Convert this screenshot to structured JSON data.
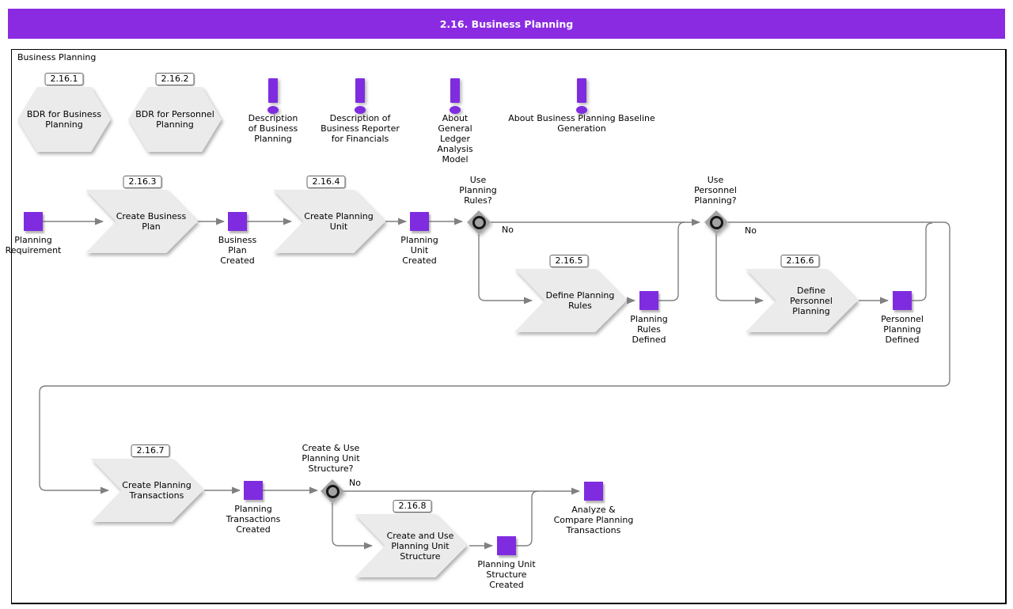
{
  "header": {
    "title": "2.16. Business Planning"
  },
  "frame": {
    "label": "Business Planning"
  },
  "colors": {
    "header_bar": "#8A2BE2",
    "node_purple": "#7F2CE0",
    "shape_fill": "#EBEBEB",
    "connector": "#808080",
    "gateway_fill": "#A3A3A3"
  },
  "hexagons": [
    {
      "badge": "2.16.1",
      "label": "BDR for Business\nPlanning"
    },
    {
      "badge": "2.16.2",
      "label": "BDR for Personnel\nPlanning"
    }
  ],
  "notes": [
    {
      "icon": "exclamation-icon",
      "label": "Description\nof Business\nPlanning"
    },
    {
      "icon": "exclamation-icon",
      "label": "Description of\nBusiness Reporter\nfor Financials"
    },
    {
      "icon": "exclamation-icon",
      "label": "About\nGeneral\nLedger\nAnalysis\nModel"
    },
    {
      "icon": "exclamation-icon",
      "label": "About Business Planning Baseline\nGeneration"
    }
  ],
  "tasks": [
    {
      "badge": "2.16.3",
      "label": "Create Business\nPlan"
    },
    {
      "badge": "2.16.4",
      "label": "Create Planning\nUnit"
    },
    {
      "badge": "2.16.5",
      "label": "Define Planning\nRules"
    },
    {
      "badge": "2.16.6",
      "label": "Define\nPersonnel\nPlanning"
    },
    {
      "badge": "2.16.7",
      "label": "Create Planning\nTransactions"
    },
    {
      "badge": "2.16.8",
      "label": "Create and Use\nPlanning Unit\nStructure"
    }
  ],
  "events": [
    {
      "label": "Planning\nRequirement"
    },
    {
      "label": "Business\nPlan\nCreated"
    },
    {
      "label": "Planning\nUnit\nCreated"
    },
    {
      "label": "Planning\nRules\nDefined"
    },
    {
      "label": "Personnel\nPlanning\nDefined"
    },
    {
      "label": "Planning\nTransactions\nCreated"
    },
    {
      "label": "Planning Unit\nStructure\nCreated"
    },
    {
      "label": "Analyze &\nCompare Planning\nTransactions"
    }
  ],
  "gateways": [
    {
      "label": "Use\nPlanning\nRules?",
      "no_label": "No"
    },
    {
      "label": "Use\nPersonnel\nPlanning?",
      "no_label": "No"
    },
    {
      "label": "Create & Use\nPlanning Unit\nStructure?",
      "no_label": "No"
    }
  ]
}
